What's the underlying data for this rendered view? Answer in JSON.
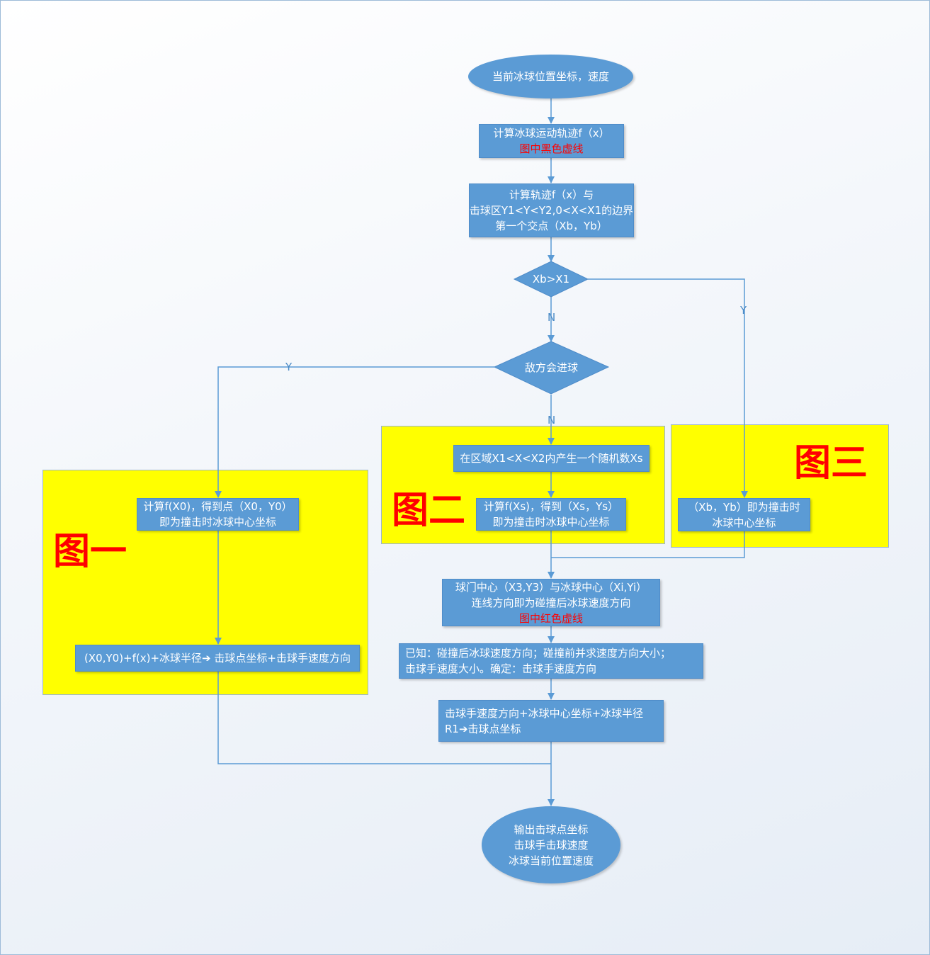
{
  "zones": {
    "zone1_label": "图一",
    "zone2_label": "图二",
    "zone3_label": "图三"
  },
  "start": {
    "text": "当前冰球位置坐标，速度"
  },
  "step_trajectory": {
    "line1": "计算冰球运动轨迹f（x）",
    "line2": "图中黑色虚线"
  },
  "step_intersection": {
    "line1": "计算轨迹f（x）与",
    "line2": "击球区Y1<Y<Y2,0<X<X1的边界",
    "line3": "第一个交点（Xb，Yb）"
  },
  "decision_xb": {
    "text": "Xb>X1"
  },
  "decision_enemy": {
    "text": "敌方会进球"
  },
  "edge_labels": {
    "xb_no": "N",
    "xb_yes": "Y",
    "enemy_yes": "Y",
    "enemy_no": "N"
  },
  "step_random": {
    "text": "在区域X1<X<X2内产生一个随机数Xs"
  },
  "step_fxs": {
    "line1": "计算f(Xs)，得到（Xs，Ys）",
    "line2": "即为撞击时冰球中心坐标"
  },
  "step_fx0": {
    "line1": "计算f(X0)，得到点（X0，Y0）",
    "line2": "即为撞击时冰球中心坐标"
  },
  "step_hit1": {
    "text": "(X0,Y0)+f(x)+冰球半径➔ 击球点坐标+击球手速度方向"
  },
  "step_xbyb": {
    "line1": "（Xb，Yb）即为撞击时",
    "line2": "冰球中心坐标"
  },
  "step_direction": {
    "line1": "球门中心（X3,Y3）与冰球中心（Xi,Yi）",
    "line2": "连线方向即为碰撞后冰球速度方向",
    "line3": "图中红色虚线"
  },
  "step_known": {
    "line1": "已知：碰撞后冰球速度方向；碰撞前并求速度方向大小；",
    "line2": "击球手速度大小。确定：击球手速度方向"
  },
  "step_hitpoint": {
    "line1": "击球手速度方向+冰球中心坐标+冰球半径",
    "line2": "R1➔击球点坐标"
  },
  "end": {
    "line1": "输出击球点坐标",
    "line2": "击球手击球速度",
    "line3": "冰球当前位置速度"
  },
  "colors": {
    "node_fill": "#5b9bd5",
    "connector": "#5b9bd5",
    "zone_fill": "#ffff00",
    "zone_label": "#ff0000",
    "highlight_text": "#ff0000"
  }
}
